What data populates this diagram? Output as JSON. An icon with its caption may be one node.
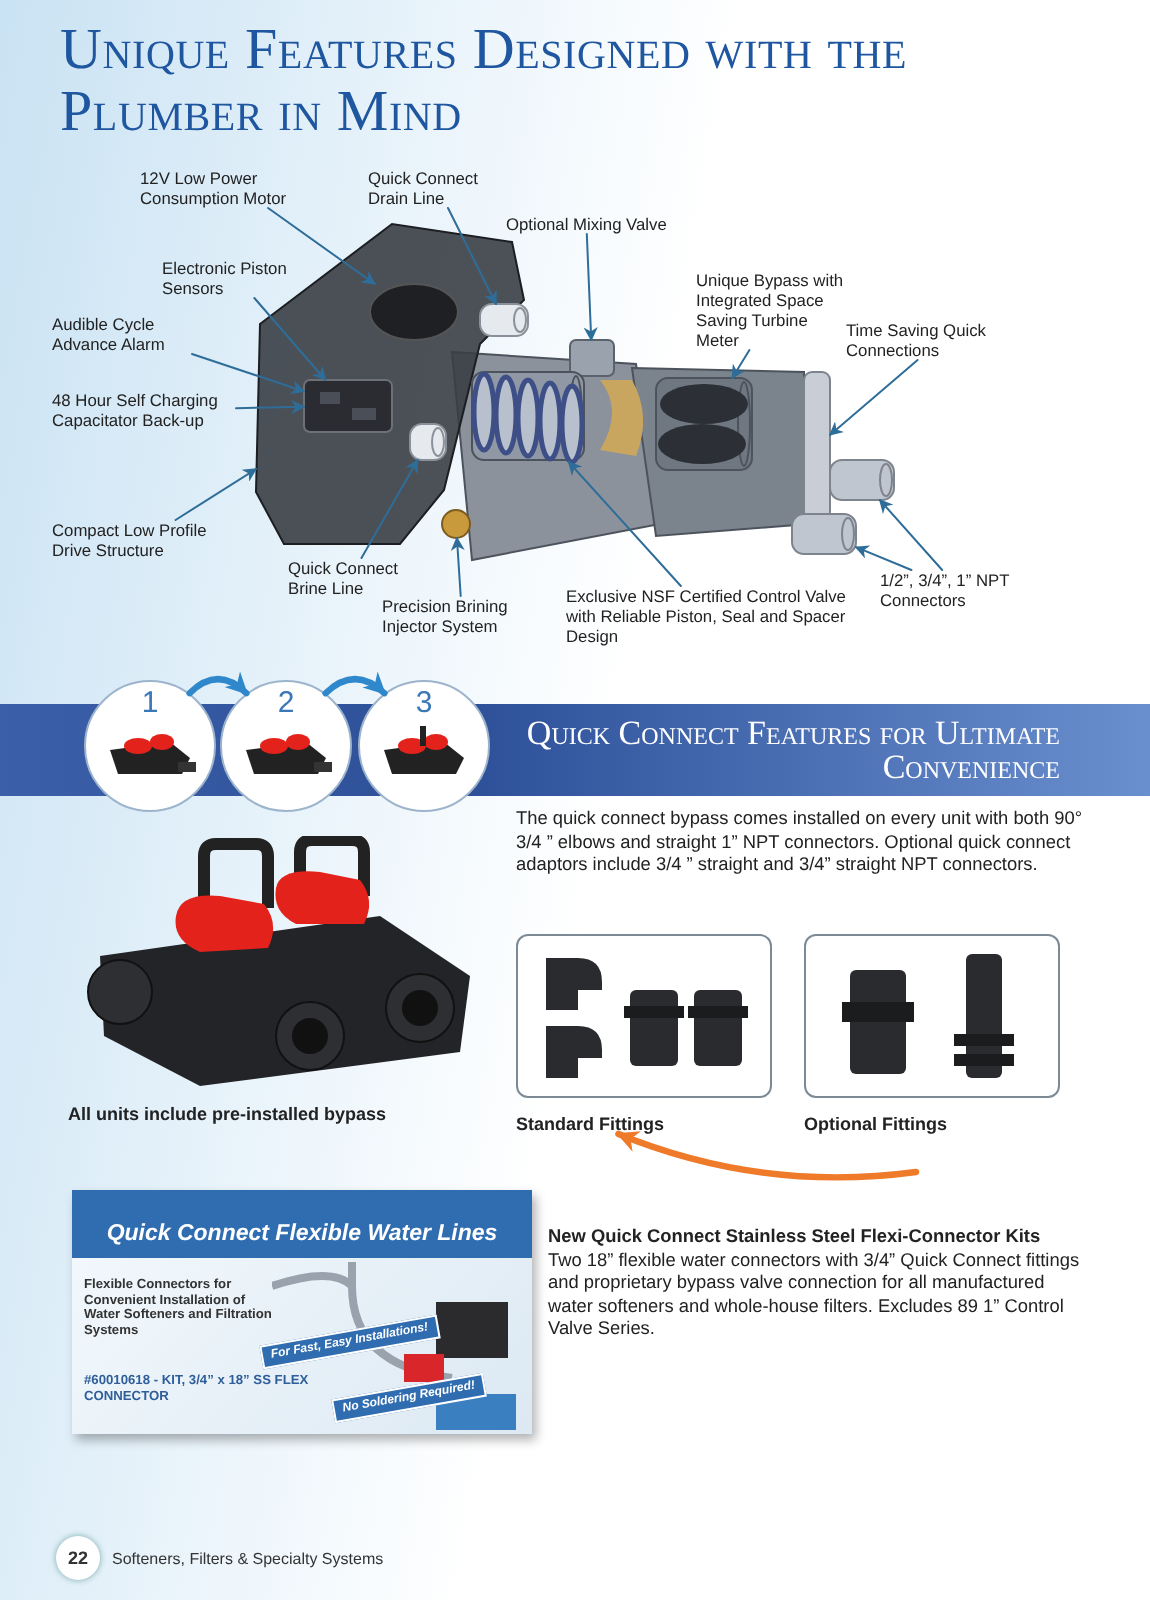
{
  "diagram": {
    "title": "Unique Features Designed with the Plumber in Mind",
    "nodes": [
      {
        "text": [
          "12V Low Power Consumption Motor"
        ]
      },
      {
        "text": [
          "Quick Connect Drain Line"
        ]
      },
      {
        "text": [
          "Optional Mixing Valve"
        ]
      },
      {
        "text": [
          "Electronic Piston Sensors"
        ]
      },
      {
        "text": [
          "Audible Cycle Advance Alarm"
        ]
      },
      {
        "text": [
          "48 Hour Self Charging Capacitator Back-up"
        ]
      },
      {
        "text": [
          "Unique Bypass with Integrated Space Saving Turbine Meter"
        ]
      },
      {
        "text": [
          "Time Saving Quick Connections"
        ]
      },
      {
        "text": [
          "Compact Low Profile Drive Structure"
        ]
      },
      {
        "text": [
          "Quick Connect Brine Line"
        ]
      },
      {
        "text": [
          "Precision Brining Injector System"
        ]
      },
      {
        "text": [
          "Exclusive NSF Certified Control Valve with Reliable Piston, Seal and Spacer Design"
        ]
      },
      {
        "text": [
          "1/2”, 3/4”, 1” NPT Connectors"
        ]
      },
      {
        "text": [],
        "shape": "box"
      },
      {
        "text": [],
        "shape": "circle",
        "in": 13
      },
      {
        "text": [],
        "shape": "box",
        "in": 13
      },
      {
        "text": [],
        "shape": "cylinder"
      },
      {
        "text": [],
        "shape": "box"
      },
      {
        "text": [],
        "shape": "cylinder"
      },
      {
        "text": [],
        "shape": "cylinder",
        "in": 13
      },
      {
        "text": [],
        "shape": "circle"
      },
      {
        "text": [],
        "shape": "cylinder"
      },
      {
        "text": [],
        "shape": "bar"
      },
      {
        "text": [],
        "shape": "cylinder"
      },
      {
        "text": [],
        "shape": "cylinder"
      },
      {
        "text": [
          "1"
        ]
      },
      {
        "text": [
          "2"
        ]
      },
      {
        "text": [
          "3"
        ]
      },
      {
        "text": [
          "Quick Connect Features for Ultimate Convenience"
        ]
      },
      {
        "text": [],
        "shape": "box",
        "beside": [
          "Standard Fittings"
        ]
      },
      {
        "text": [],
        "shape": "box",
        "beside": [
          "Optional Fittings"
        ]
      }
    ],
    "edges": [
      {
        "from": 0,
        "to": 14,
        "arrow": "to"
      },
      {
        "from": 1,
        "to": 16,
        "arrow": "to"
      },
      {
        "from": 2,
        "to": 17,
        "arrow": "to"
      },
      {
        "from": 3,
        "to": 15,
        "arrow": "to"
      },
      {
        "from": 4,
        "to": 15,
        "arrow": "to"
      },
      {
        "from": 5,
        "to": 15,
        "arrow": "to"
      },
      {
        "from": 6,
        "to": 21,
        "arrow": "to"
      },
      {
        "from": 7,
        "to": 22,
        "arrow": "to"
      },
      {
        "from": 8,
        "to": 13,
        "arrow": "to"
      },
      {
        "from": 9,
        "to": 19,
        "arrow": "to"
      },
      {
        "from": 10,
        "to": 20,
        "arrow": "to"
      },
      {
        "from": 11,
        "to": 18,
        "arrow": "to"
      },
      {
        "from": 12,
        "to": 23,
        "arrow": "to"
      },
      {
        "from": 12,
        "to": 24,
        "arrow": "to"
      },
      {
        "from": 25,
        "to": 26,
        "arrow": "to",
        "style": "thick",
        "color": "#2f88cc"
      },
      {
        "from": 26,
        "to": 27,
        "arrow": "to",
        "style": "thick",
        "color": "#2f88cc"
      },
      {
        "from": null,
        "to": 29,
        "arrow": "to",
        "style": "thick",
        "color": "#ee7a2a"
      }
    ],
    "labels": [
      "All units include pre-installed bypass",
      "The quick connect bypass comes installed on every unit with both 90° 3/4 ” elbows and straight 1” NPT connectors. Optional quick connect adaptors include 3/4 ” straight and 3/4” straight NPT connectors.",
      "Quick Connect Flexible Water Lines",
      "Flexible Connectors for Convenient Installation of Water Softeners and Filtration Systems",
      "For Fast, Easy Installations!",
      "#60010618 - KIT, 3/4” x 18” SS FLEX CONNECTOR",
      "No Soldering Required!",
      "New Quick Connect Stainless Steel Flexi-Connector Kits",
      "Two 18” flexible water connectors with 3/4” Quick Connect fittings and proprietary bypass valve connection for all manufactured water softeners and whole-house filters. Excludes 89 1” Control Valve Series.",
      "22",
      "Softeners, Filters & Specialty Systems"
    ]
  }
}
